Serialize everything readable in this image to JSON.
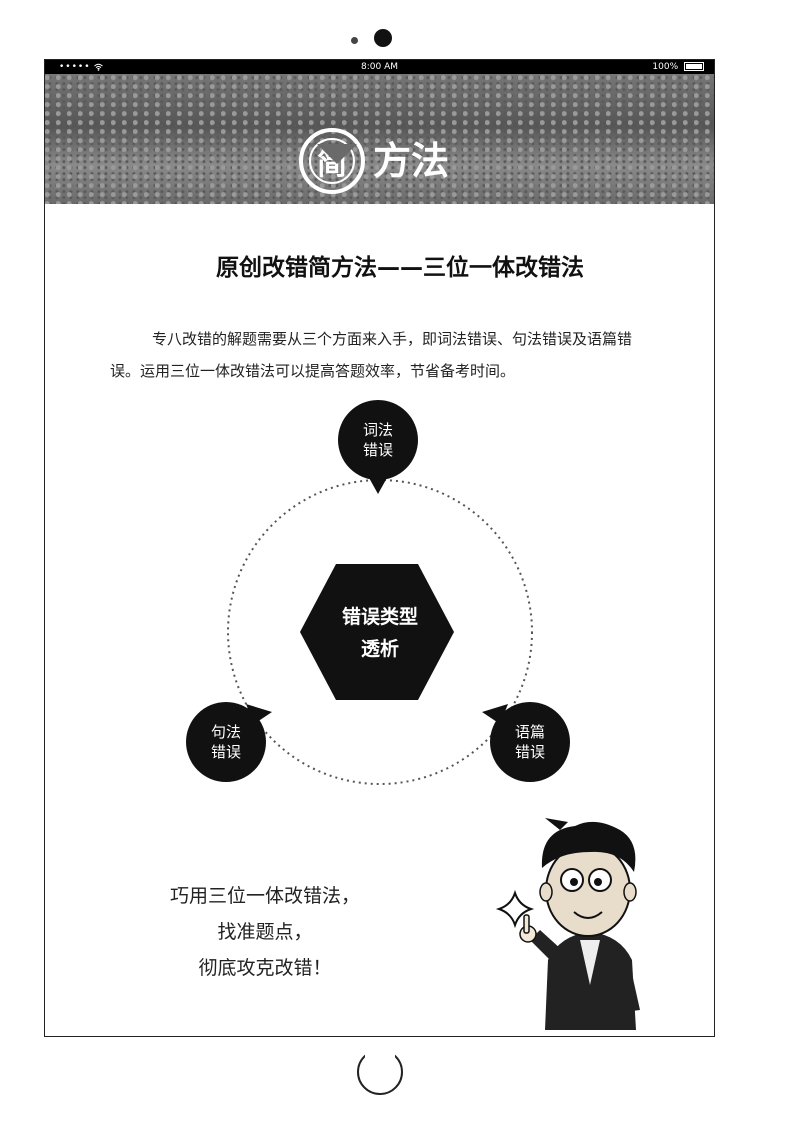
{
  "status_bar": {
    "signal": "•••••",
    "time": "8:00 AM",
    "battery": "100%"
  },
  "banner": {
    "badge_char": "简",
    "title": "方法"
  },
  "headline": "原创改错简方法——三位一体改错法",
  "intro": "专八改错的解题需要从三个方面来入手，即词法错误、句法错误及语篇错误。运用三位一体改错法可以提高答题效率，节省备考时间。",
  "diagram": {
    "center": {
      "line1": "错误类型",
      "line2": "透析"
    },
    "nodes": [
      {
        "line1": "词法",
        "line2": "错误"
      },
      {
        "line1": "句法",
        "line2": "错误"
      },
      {
        "line1": "语篇",
        "line2": "错误"
      }
    ]
  },
  "slogan": {
    "line1": "巧用三位一体改错法，",
    "line2": "找准题点，",
    "line3": "彻底攻克改错！"
  },
  "icons": [
    "wifi-icon",
    "battery-icon",
    "sparkle-icon",
    "mascot-illustration"
  ]
}
